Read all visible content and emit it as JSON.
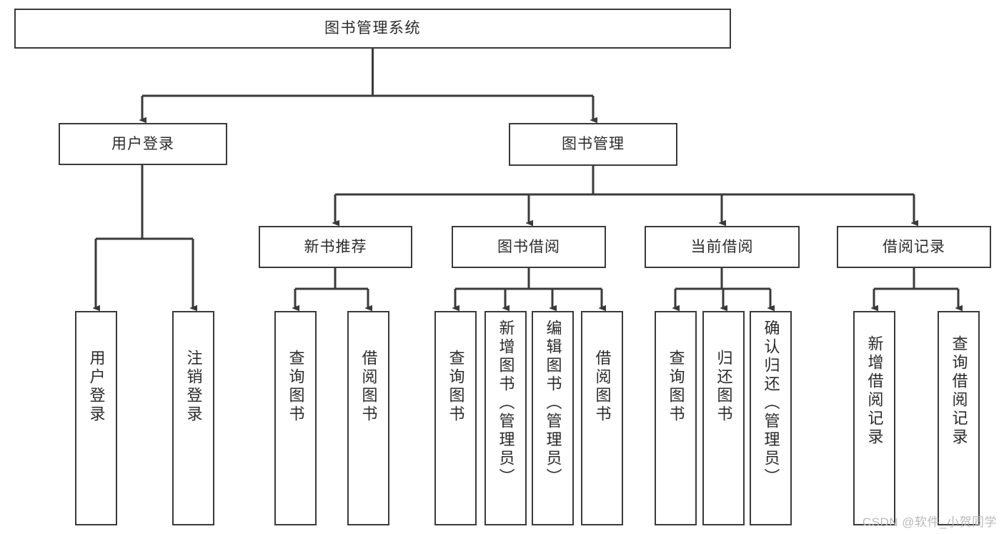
{
  "diagram": {
    "title": "图书管理系统",
    "type": "tree-hierarchy-diagram",
    "colors": {
      "node_border": "#3a3a3a",
      "node_fill": "#ffffff",
      "connector": "#3a3a3a",
      "text": "#2b2b2b",
      "watermark": "#b9b9b9",
      "background": "#ffffff"
    },
    "watermark": "CSDN @软件_小贺同学",
    "root": {
      "label": "图书管理系统"
    },
    "level1": [
      {
        "label": "用户登录"
      },
      {
        "label": "图书管理"
      }
    ],
    "level2": [
      {
        "label": "新书推荐"
      },
      {
        "label": "图书借阅"
      },
      {
        "label": "当前借阅"
      },
      {
        "label": "借阅记录"
      }
    ],
    "leaves": {
      "user_login": [
        {
          "label": "用户登录"
        },
        {
          "label": "注销登录"
        }
      ],
      "new_book_recommend": [
        {
          "label": "查询图书"
        },
        {
          "label": "借阅图书"
        }
      ],
      "book_borrow": [
        {
          "label": "查询图书"
        },
        {
          "label": "新增图书（管理员）"
        },
        {
          "label": "编辑图书（管理员）"
        },
        {
          "label": "借阅图书"
        }
      ],
      "current_borrow": [
        {
          "label": "查询图书"
        },
        {
          "label": "归还图书"
        },
        {
          "label": "确认归还（管理员）"
        }
      ],
      "borrow_record": [
        {
          "label": "新增借阅记录"
        },
        {
          "label": "查询借阅记录"
        }
      ]
    }
  }
}
